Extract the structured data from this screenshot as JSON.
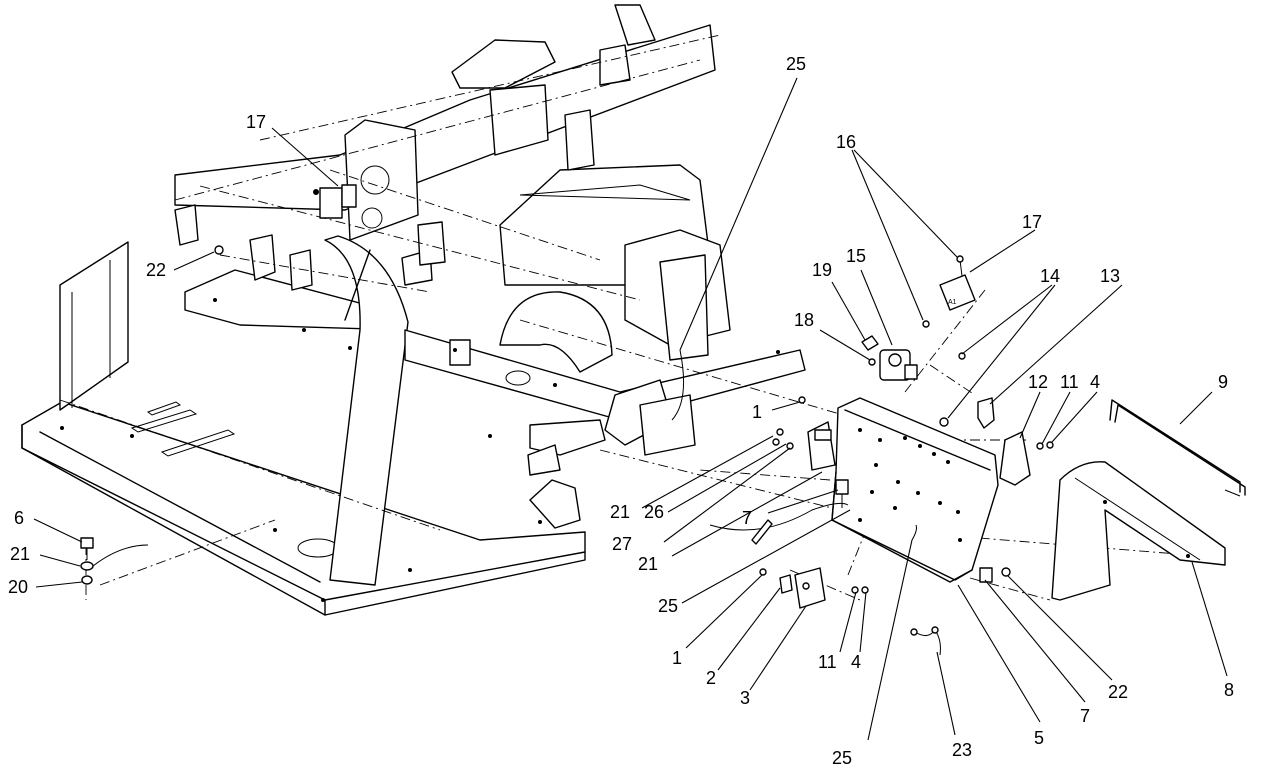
{
  "callouts": [
    {
      "id": "c17a",
      "label": "17"
    },
    {
      "id": "c22a",
      "label": "22"
    },
    {
      "id": "c25a",
      "label": "25"
    },
    {
      "id": "c16",
      "label": "16"
    },
    {
      "id": "c17b",
      "label": "17"
    },
    {
      "id": "c19",
      "label": "19"
    },
    {
      "id": "c15",
      "label": "15"
    },
    {
      "id": "c14",
      "label": "14"
    },
    {
      "id": "c13",
      "label": "13"
    },
    {
      "id": "c18",
      "label": "18"
    },
    {
      "id": "c12",
      "label": "12"
    },
    {
      "id": "c11a",
      "label": "11"
    },
    {
      "id": "c4a",
      "label": "4"
    },
    {
      "id": "c9",
      "label": "9"
    },
    {
      "id": "c1a",
      "label": "1"
    },
    {
      "id": "c21a",
      "label": "21"
    },
    {
      "id": "c26",
      "label": "26"
    },
    {
      "id": "c27",
      "label": "27"
    },
    {
      "id": "c21b",
      "label": "21"
    },
    {
      "id": "c7a",
      "label": "7"
    },
    {
      "id": "c25b",
      "label": "25"
    },
    {
      "id": "c6",
      "label": "6"
    },
    {
      "id": "c21c",
      "label": "21"
    },
    {
      "id": "c20",
      "label": "20"
    },
    {
      "id": "c1b",
      "label": "1"
    },
    {
      "id": "c2",
      "label": "2"
    },
    {
      "id": "c3",
      "label": "3"
    },
    {
      "id": "c11b",
      "label": "11"
    },
    {
      "id": "c4b",
      "label": "4"
    },
    {
      "id": "c25c",
      "label": "25"
    },
    {
      "id": "c23",
      "label": "23"
    },
    {
      "id": "c5",
      "label": "5"
    },
    {
      "id": "c7b",
      "label": "7"
    },
    {
      "id": "c22b",
      "label": "22"
    },
    {
      "id": "c8",
      "label": "8"
    }
  ]
}
